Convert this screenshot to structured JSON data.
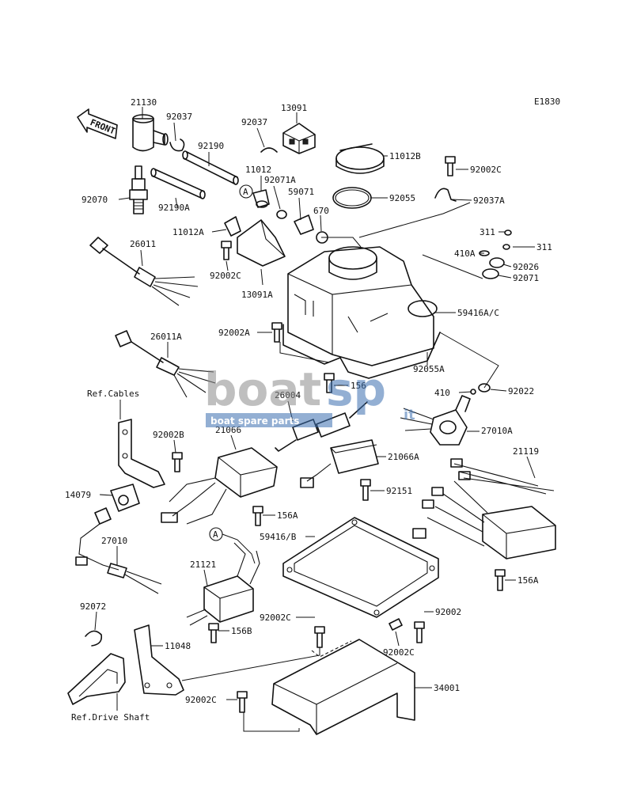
{
  "figure_code": "E1830",
  "front_label": "FRONT",
  "watermark": {
    "brand_a": "boat",
    "brand_b": "sp",
    "brand_suffix": "it",
    "tagline": "boat spare parts"
  },
  "callouts": [
    {
      "id": "21130",
      "text": "21130"
    },
    {
      "id": "92037-top",
      "text": "92037"
    },
    {
      "id": "92037-mid",
      "text": "92037"
    },
    {
      "id": "13091",
      "text": "13091"
    },
    {
      "id": "11012B",
      "text": "11012B"
    },
    {
      "id": "92002C-tr",
      "text": "92002C"
    },
    {
      "id": "92190",
      "text": "92190"
    },
    {
      "id": "11012",
      "text": "11012"
    },
    {
      "id": "92071A",
      "text": "92071A"
    },
    {
      "id": "59071",
      "text": "59071"
    },
    {
      "id": "92055",
      "text": "92055"
    },
    {
      "id": "92037A",
      "text": "92037A"
    },
    {
      "id": "92070",
      "text": "92070"
    },
    {
      "id": "92190A",
      "text": "92190A"
    },
    {
      "id": "670",
      "text": "670"
    },
    {
      "id": "311-a",
      "text": "311"
    },
    {
      "id": "11012A",
      "text": "11012A"
    },
    {
      "id": "311-b",
      "text": "311"
    },
    {
      "id": "26011",
      "text": "26011"
    },
    {
      "id": "410A",
      "text": "410A"
    },
    {
      "id": "92026",
      "text": "92026"
    },
    {
      "id": "92002C-l",
      "text": "92002C"
    },
    {
      "id": "92071",
      "text": "92071"
    },
    {
      "id": "13091A",
      "text": "13091A"
    },
    {
      "id": "59416AC",
      "text": "59416A/C"
    },
    {
      "id": "92002A",
      "text": "92002A"
    },
    {
      "id": "26011A",
      "text": "26011A"
    },
    {
      "id": "92055A",
      "text": "92055A"
    },
    {
      "id": "156-a",
      "text": "156"
    },
    {
      "id": "410",
      "text": "410"
    },
    {
      "id": "92022",
      "text": "92022"
    },
    {
      "id": "ref-cables",
      "text": "Ref.Cables"
    },
    {
      "id": "26004",
      "text": "26004"
    },
    {
      "id": "27010A",
      "text": "27010A"
    },
    {
      "id": "92002B",
      "text": "92002B"
    },
    {
      "id": "21066",
      "text": "21066"
    },
    {
      "id": "21066A",
      "text": "21066A"
    },
    {
      "id": "21119",
      "text": "21119"
    },
    {
      "id": "92151",
      "text": "92151"
    },
    {
      "id": "14079",
      "text": "14079"
    },
    {
      "id": "156A-l",
      "text": "156A"
    },
    {
      "id": "59416B",
      "text": "59416/B"
    },
    {
      "id": "27010",
      "text": "27010"
    },
    {
      "id": "156A-r",
      "text": "156A"
    },
    {
      "id": "21121",
      "text": "21121"
    },
    {
      "id": "92002C-mid",
      "text": "92002C"
    },
    {
      "id": "92002",
      "text": "92002"
    },
    {
      "id": "156B",
      "text": "156B"
    },
    {
      "id": "92072",
      "text": "92072"
    },
    {
      "id": "11048",
      "text": "11048"
    },
    {
      "id": "92002C-r2",
      "text": "92002C"
    },
    {
      "id": "34001",
      "text": "34001"
    },
    {
      "id": "92002C-bl",
      "text": "92002C"
    },
    {
      "id": "ref-drive-shaft",
      "text": "Ref.Drive Shaft"
    },
    {
      "id": "marker-a1",
      "text": "A"
    },
    {
      "id": "marker-a2",
      "text": "A"
    }
  ]
}
